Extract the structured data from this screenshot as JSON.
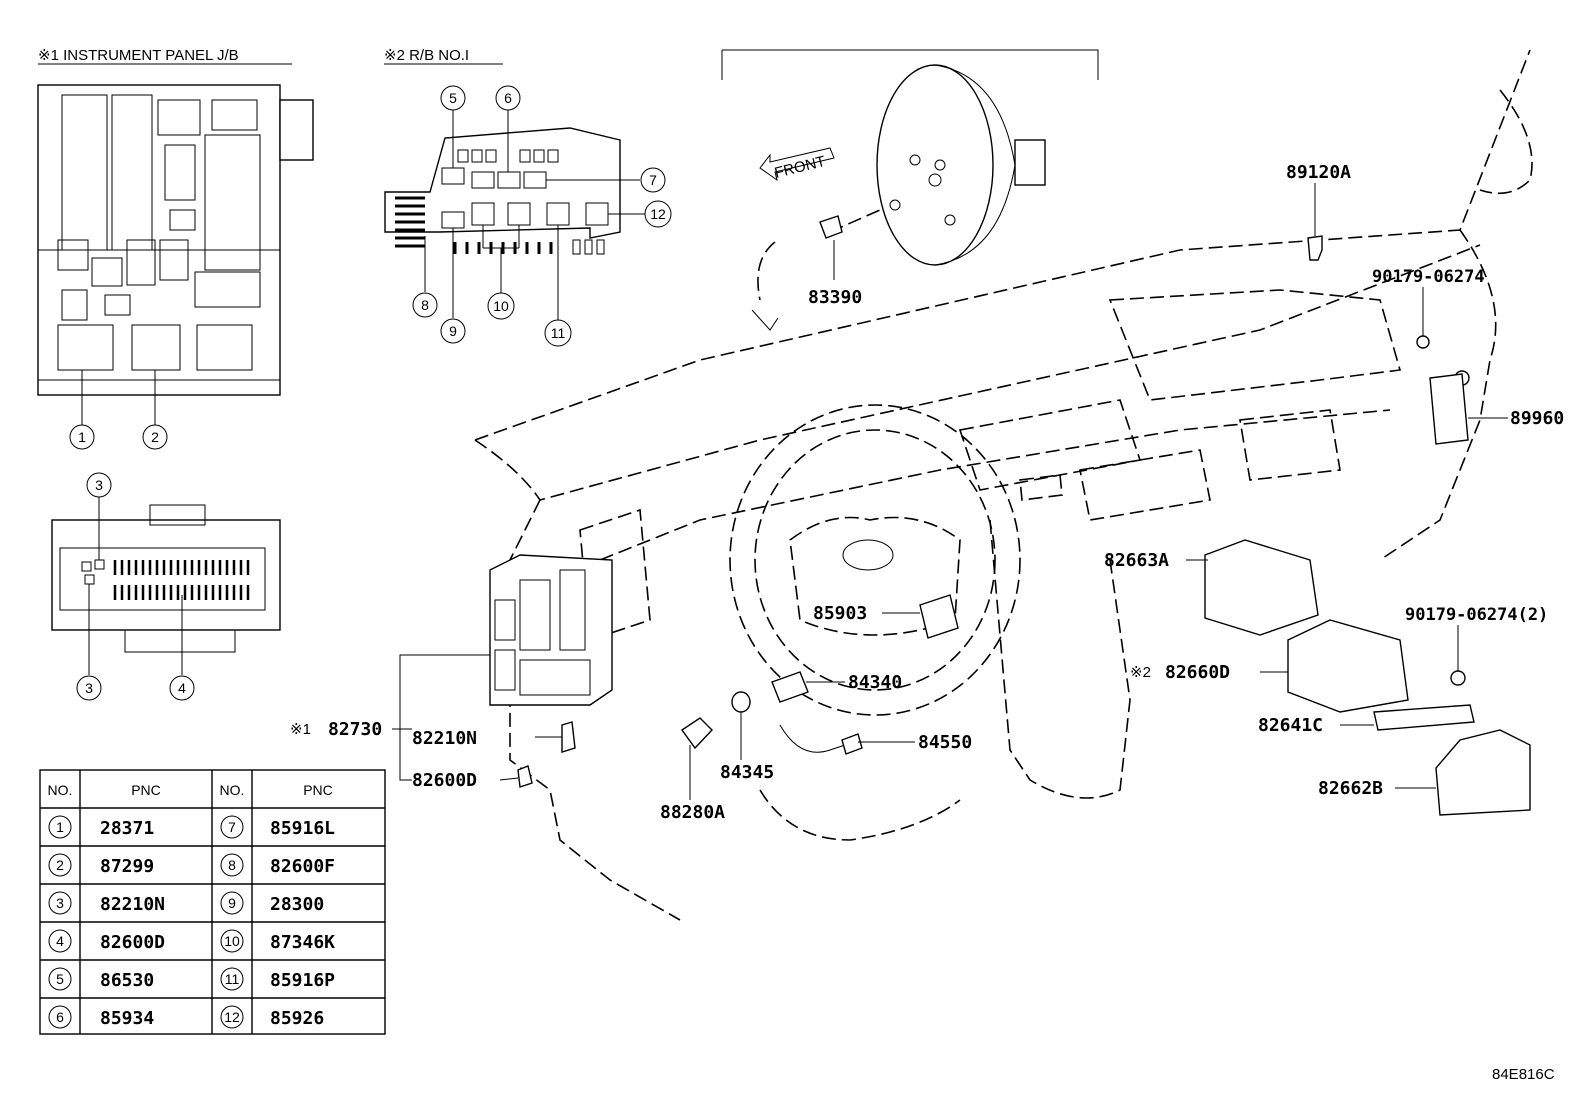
{
  "headers": {
    "ipjb": "※1 INSTRUMENT PANEL J/B",
    "rbno1": "※2  R/B NO.I"
  },
  "labels": {
    "l83390": "83390",
    "l89120a": "89120A",
    "l90179a": "90179-06274",
    "l89960": "89960",
    "l82663a": "82663A",
    "l85903": "85903",
    "l84340": "84340",
    "l90179b": "90179-06274(2)",
    "l82660d_mark": "※2",
    "l82660d": "82660D",
    "l82730_mark": "※1",
    "l82730": "82730",
    "l82210n": "82210N",
    "l82600d": "82600D",
    "l84345": "84345",
    "l84550": "84550",
    "l82641c": "82641C",
    "l82662b": "82662B",
    "l88280a": "88280A",
    "front": "FRONT",
    "code": "84E816C"
  },
  "callouts": [
    "1",
    "2",
    "3",
    "3",
    "4",
    "5",
    "6",
    "7",
    "8",
    "9",
    "10",
    "11",
    "12"
  ],
  "table": {
    "headers": [
      "NO.",
      "PNC",
      "NO.",
      "PNC"
    ],
    "rows": [
      {
        "no_a": "1",
        "pnc_a": "28371",
        "no_b": "7",
        "pnc_b": "85916L"
      },
      {
        "no_a": "2",
        "pnc_a": "87299",
        "no_b": "8",
        "pnc_b": "82600F"
      },
      {
        "no_a": "3",
        "pnc_a": "82210N",
        "no_b": "9",
        "pnc_b": "28300"
      },
      {
        "no_a": "4",
        "pnc_a": "82600D",
        "no_b": "10",
        "pnc_b": "87346K"
      },
      {
        "no_a": "5",
        "pnc_a": "86530",
        "no_b": "11",
        "pnc_b": "85916P"
      },
      {
        "no_a": "6",
        "pnc_a": "85934",
        "no_b": "12",
        "pnc_b": "85926"
      }
    ]
  }
}
